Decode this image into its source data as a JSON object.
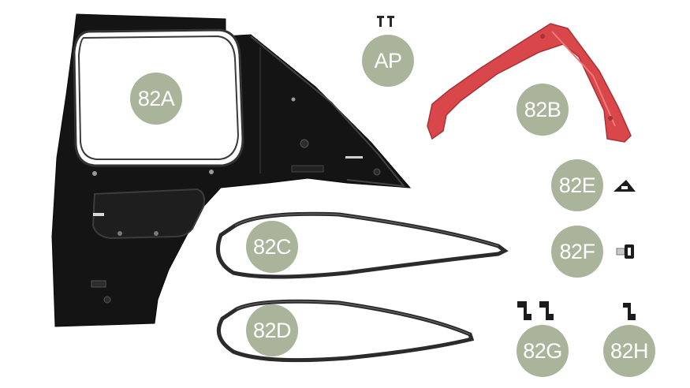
{
  "parts": {
    "p82A": {
      "label": "82A"
    },
    "pAP": {
      "label": "AP"
    },
    "p82B": {
      "label": "82B"
    },
    "p82E": {
      "label": "82E"
    },
    "p82F": {
      "label": "82F"
    },
    "p82C": {
      "label": "82C"
    },
    "p82D": {
      "label": "82D"
    },
    "p82G": {
      "label": "82G"
    },
    "p82H": {
      "label": "82H"
    }
  },
  "colors": {
    "badge": "#a9b49a",
    "door_panel": "#141414",
    "red_trim": "#d9474a",
    "seal": "#2b2b2b"
  }
}
